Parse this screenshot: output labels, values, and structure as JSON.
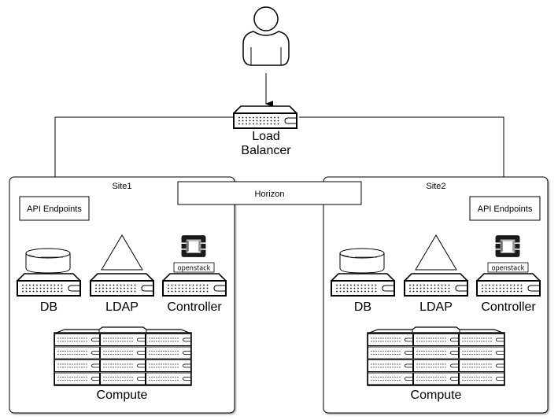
{
  "diagram": {
    "user": {
      "icon": "user-icon"
    },
    "load_balancer": {
      "label_line1": "Load",
      "label_line2": "Balancer",
      "icon": "server-icon"
    },
    "horizon": {
      "label": "Horizon"
    },
    "sites": [
      {
        "title": "Site1",
        "api_endpoints": "API Endpoints",
        "nodes": [
          {
            "label": "DB",
            "icon": "database-icon"
          },
          {
            "label": "LDAP",
            "icon": "triangle-icon"
          },
          {
            "label": "Controller",
            "icon": "openstack-logo-icon",
            "badge": "openstack"
          }
        ],
        "compute": {
          "label": "Compute",
          "rows": 4,
          "cols": 3
        }
      },
      {
        "title": "Site2",
        "api_endpoints": "API Endpoints",
        "nodes": [
          {
            "label": "DB",
            "icon": "database-icon"
          },
          {
            "label": "LDAP",
            "icon": "triangle-icon"
          },
          {
            "label": "Controller",
            "icon": "openstack-logo-icon",
            "badge": "openstack"
          }
        ],
        "compute": {
          "label": "Compute",
          "rows": 4,
          "cols": 3
        }
      }
    ]
  }
}
